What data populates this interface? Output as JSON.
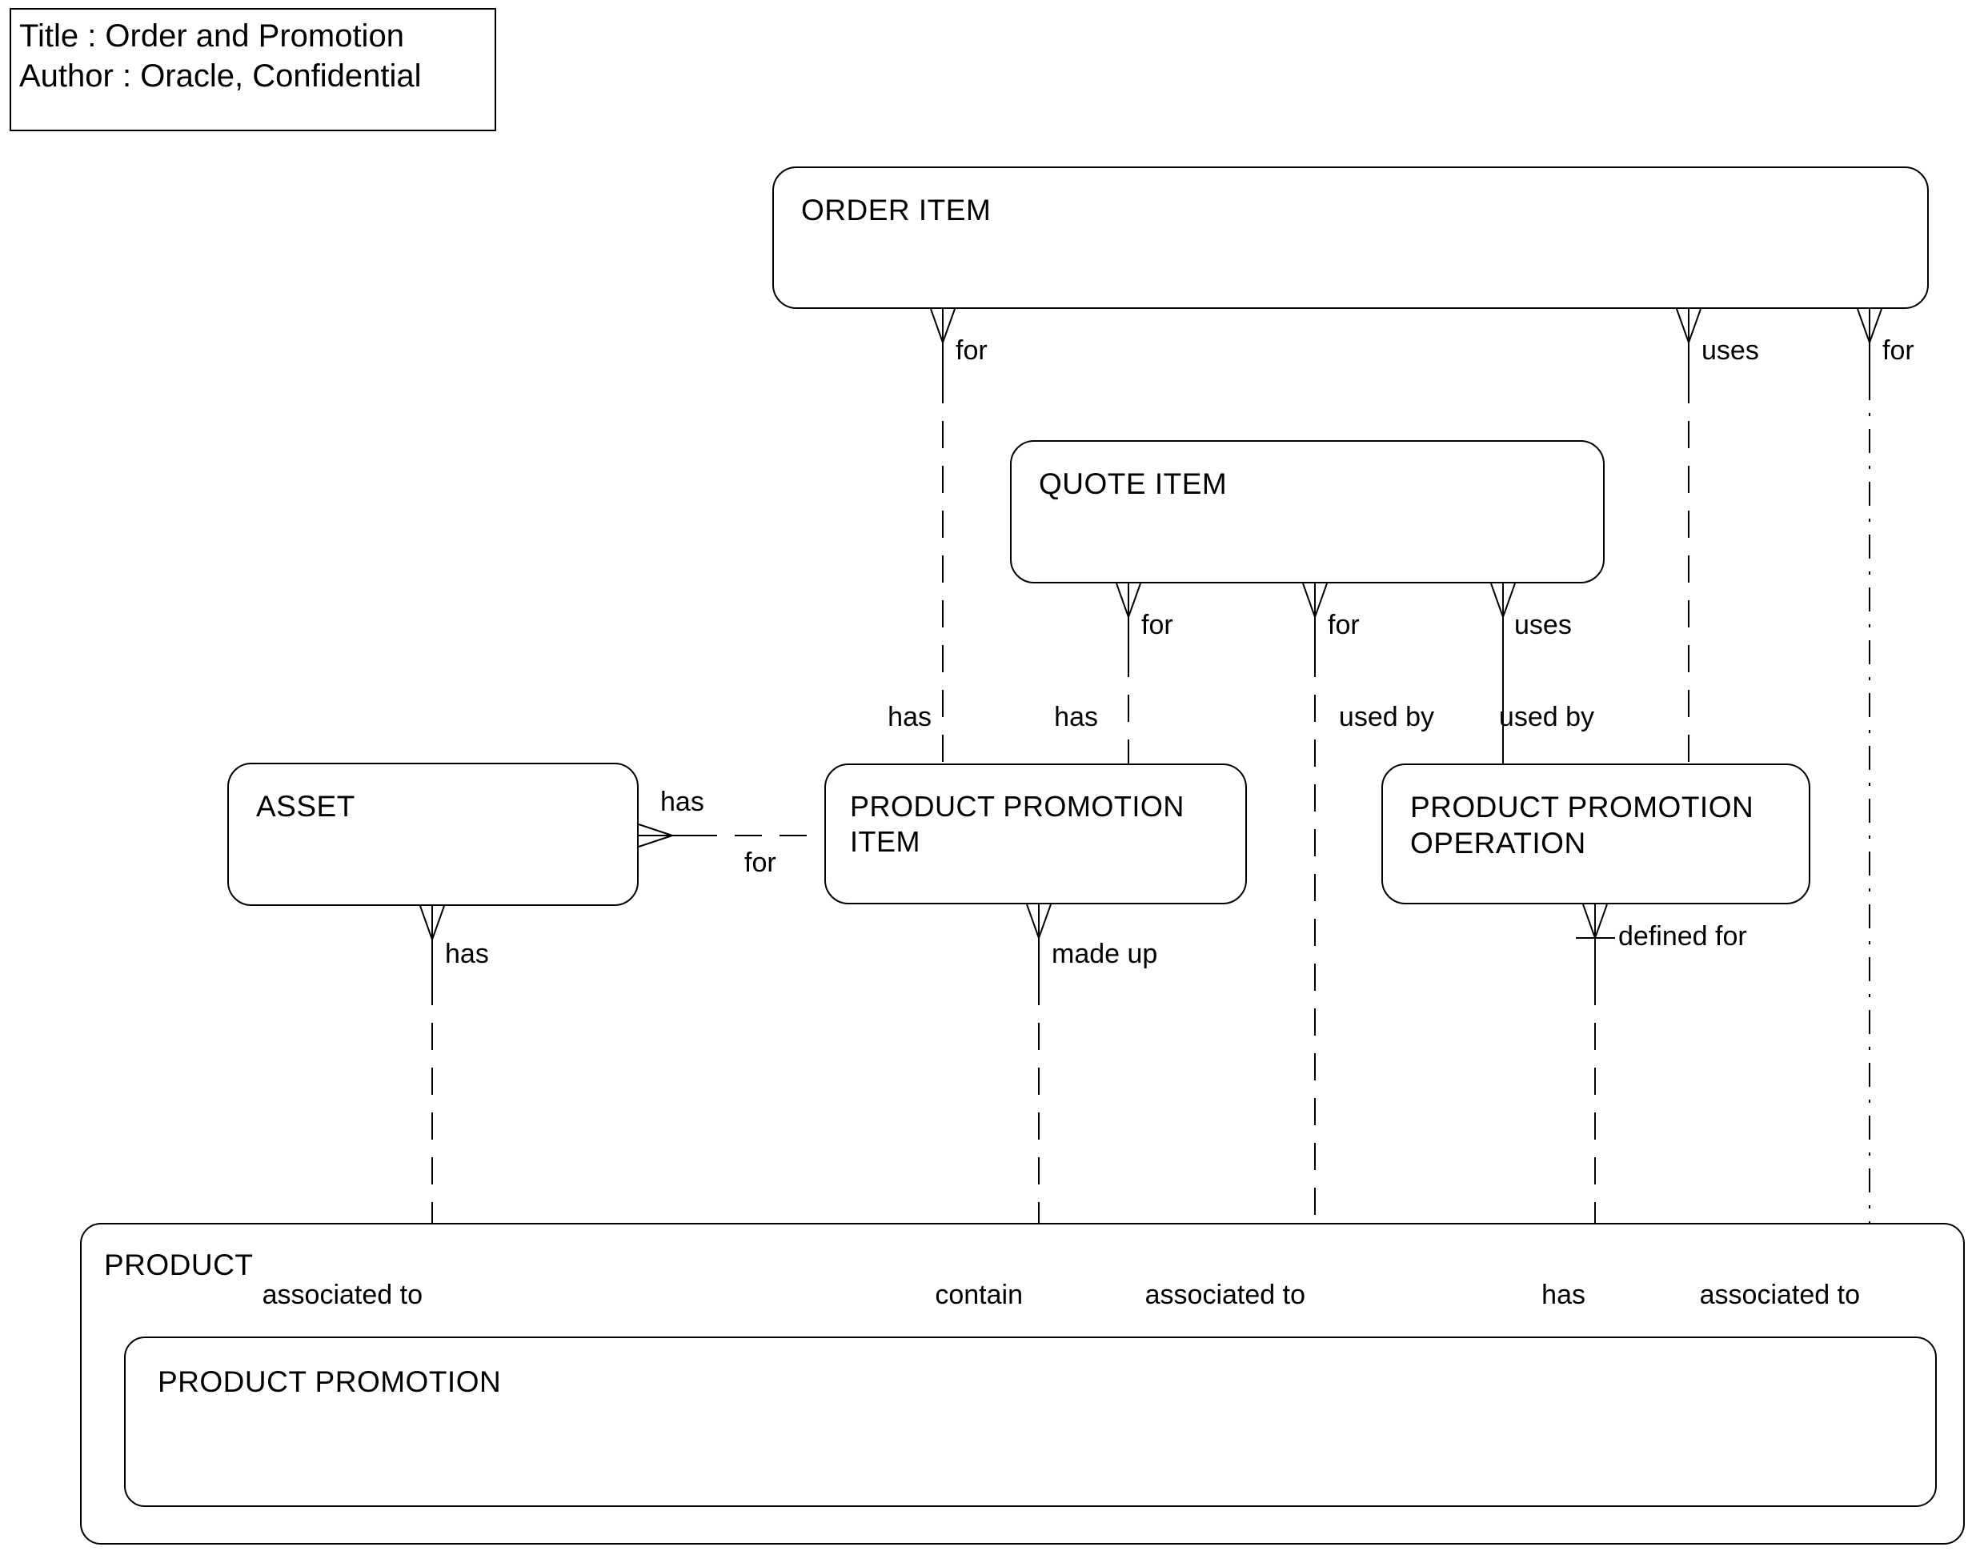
{
  "title_box": {
    "title": "Title : Order and Promotion",
    "author": "Author : Oracle, Confidential"
  },
  "entities": {
    "order_item": "ORDER ITEM",
    "quote_item": "QUOTE ITEM",
    "asset": "ASSET",
    "product_promotion_item": "PRODUCT PROMOTION ITEM",
    "product_promotion_operation": "PRODUCT PROMOTION OPERATION",
    "product": "PRODUCT",
    "product_promotion": "PRODUCT PROMOTION"
  },
  "relationship_labels": {
    "order_for_ppi": "for",
    "order_uses_ppo": "uses",
    "order_for_promotion": "for",
    "quote_for_ppi": "for",
    "quote_for_promotion": "for",
    "quote_uses_ppo": "uses",
    "ppi_has_order": "has",
    "ppi_has_quote": "has",
    "ppo_used_by_quote": "used by",
    "ppo_used_by_order": "used by",
    "asset_has_ppi": "has",
    "ppi_for_asset": "for",
    "asset_has_promotion": "has",
    "ppi_made_up": "made up",
    "ppo_defined_for": "defined for",
    "promotion_associated_to_asset": "associated to",
    "promotion_contain": "contain",
    "promotion_associated_to_quote": "associated to",
    "promotion_has": "has",
    "promotion_associated_to_order": "associated to"
  },
  "colors": {
    "line": "#000000",
    "background": "#ffffff",
    "text": "#000000"
  }
}
